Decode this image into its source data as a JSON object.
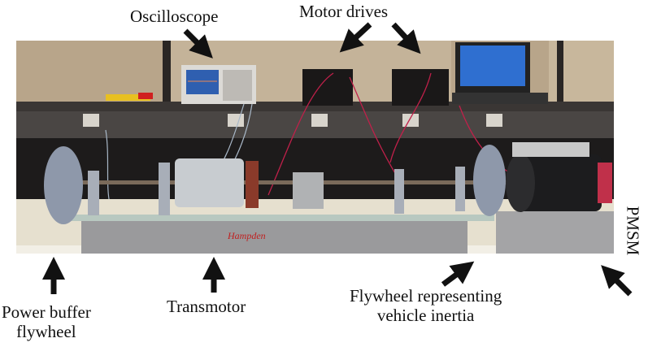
{
  "labels": {
    "oscilloscope": "Oscilloscope",
    "motor_drives": "Motor drives",
    "pmsm": "PMSM",
    "power_buffer_line1": "Power buffer",
    "power_buffer_line2": "flywheel",
    "transmotor": "Transmotor",
    "flywheel_line1": "Flywheel representing",
    "flywheel_line2": "vehicle inertia"
  },
  "photo": {
    "bench_brand": "Hampden"
  }
}
